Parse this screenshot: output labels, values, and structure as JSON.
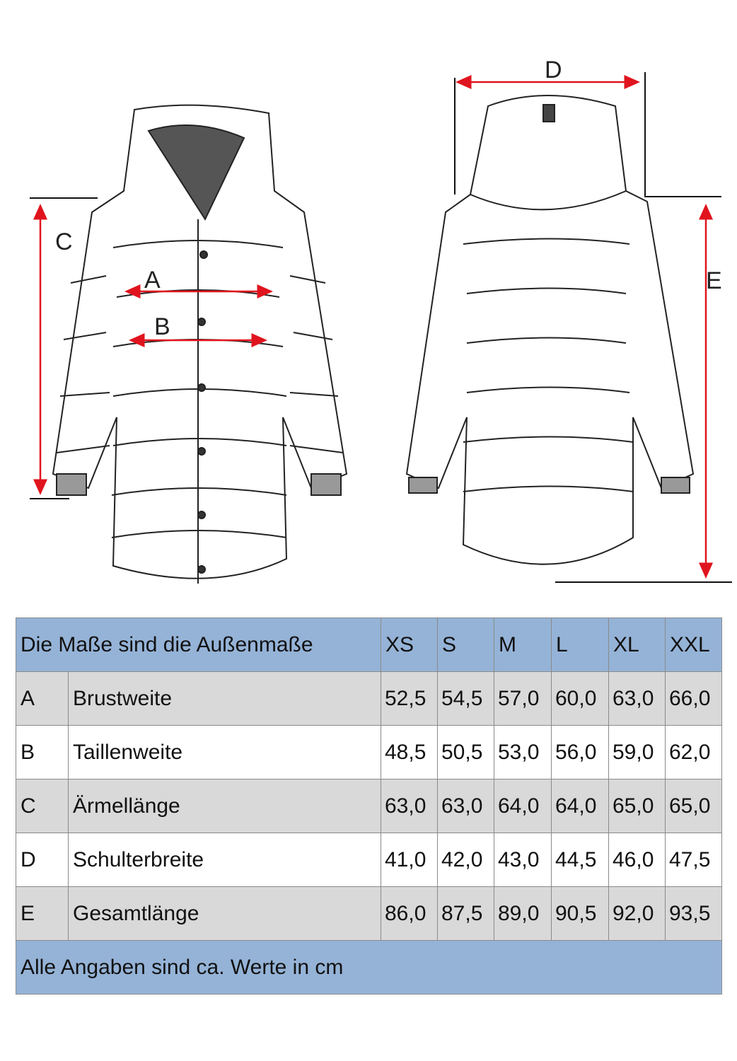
{
  "diagram": {
    "labels": {
      "A": "A",
      "B": "B",
      "C": "C",
      "D": "D",
      "E": "E"
    },
    "arrow_color": "#e0141e"
  },
  "table": {
    "header": "Die Maße sind die Außenmaße",
    "sizes": [
      "XS",
      "S",
      "M",
      "L",
      "XL",
      "XXL"
    ],
    "rows": [
      {
        "key": "A",
        "name": "Brustweite",
        "values": [
          "52,5",
          "54,5",
          "57,0",
          "60,0",
          "63,0",
          "66,0"
        ]
      },
      {
        "key": "B",
        "name": "Taillenweite",
        "values": [
          "48,5",
          "50,5",
          "53,0",
          "56,0",
          "59,0",
          "62,0"
        ]
      },
      {
        "key": "C",
        "name": "Ärmellänge",
        "values": [
          "63,0",
          "63,0",
          "64,0",
          "64,0",
          "65,0",
          "65,0"
        ]
      },
      {
        "key": "D",
        "name": "Schulterbreite",
        "values": [
          "41,0",
          "42,0",
          "43,0",
          "44,5",
          "46,0",
          "47,5"
        ]
      },
      {
        "key": "E",
        "name": "Gesamtlänge",
        "values": [
          "86,0",
          "87,5",
          "89,0",
          "90,5",
          "92,0",
          "93,5"
        ]
      }
    ],
    "footer": "Alle Angaben sind ca. Werte in cm",
    "header_color": "#95b3d7",
    "stripe_color": "#d9d9d9"
  }
}
